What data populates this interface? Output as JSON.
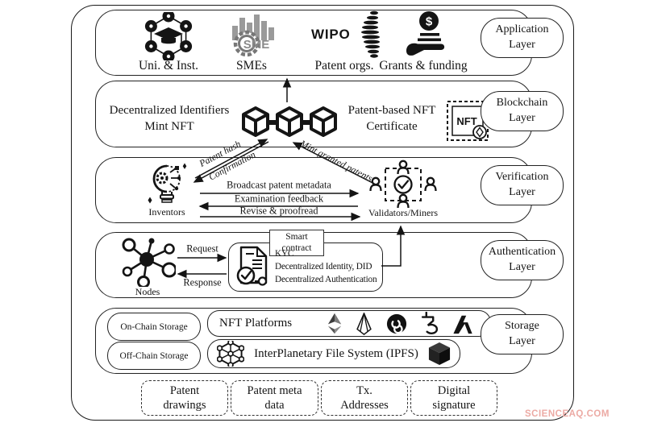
{
  "watermark": "SCIENCEAQ.COM",
  "application": {
    "bubble": "Application\nLayer",
    "uni_label": "Uni. & Inst.",
    "sme_label": "SMEs",
    "sme_logo": "SME",
    "wipo_text": "WIPO",
    "patent_orgs_label": "Patent orgs.",
    "grants_label": "Grants & funding"
  },
  "blockchain": {
    "bubble": "Blockchain\nLayer",
    "did_text": "Decentralized Identifiers\nMint NFT",
    "cert_text": "Patent-based NFT\nCertificate",
    "nft_stamp_text": "NFT"
  },
  "verification": {
    "bubble": "Verification\nLayer",
    "inventors_label": "Inventors",
    "validators_label": "Validators/Miners",
    "broadcast_label": "Broadcast patent metadata",
    "feedback_label": "Examination feedback",
    "revise_label": "Revise & proofread",
    "patent_hash_label": "Patent hash",
    "confirmation_label": "Confirmation",
    "mint_label": "Mint granted patents"
  },
  "authentication": {
    "bubble": "Authentication\nLayer",
    "nodes_label": "Nodes",
    "request_label": "Request",
    "response_label": "Response",
    "smart_contract_label": "Smart\ncontract",
    "kyc_lines": [
      "KYC",
      "Decentralized Identity, DID",
      "Decentralized Authentication"
    ]
  },
  "storage": {
    "bubble": "Storage\nLayer",
    "on_chain_label": "On-Chain Storage",
    "off_chain_label": "Off-Chain Storage",
    "nft_platforms_label": "NFT Platforms",
    "ipfs_label": "InterPlanetary File System (IPFS)"
  },
  "artifacts": [
    {
      "label": "Patent\ndrawings"
    },
    {
      "label": "Patent meta\ndata"
    },
    {
      "label": "Tx.\nAddresses"
    },
    {
      "label": "Digital\nsignature"
    }
  ]
}
